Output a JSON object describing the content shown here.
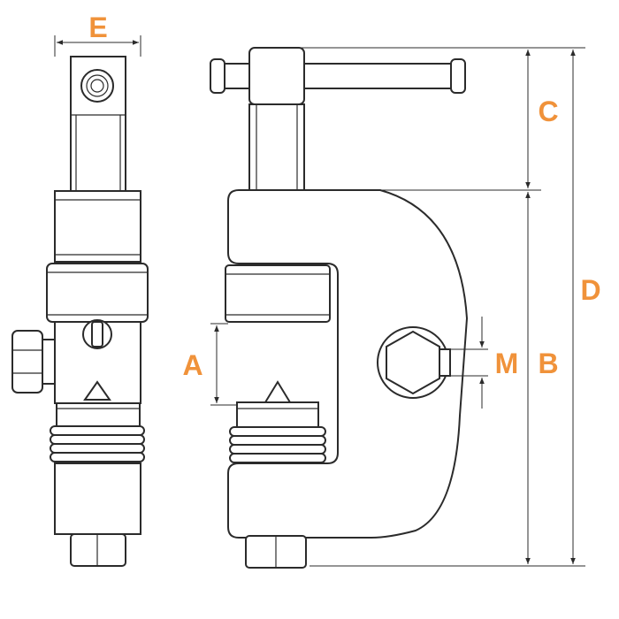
{
  "labels": {
    "e": "E",
    "c": "C",
    "d": "D",
    "a": "A",
    "m": "M",
    "b": "B"
  },
  "colors": {
    "label": "#f0923a",
    "line": "#2b2b2b"
  }
}
